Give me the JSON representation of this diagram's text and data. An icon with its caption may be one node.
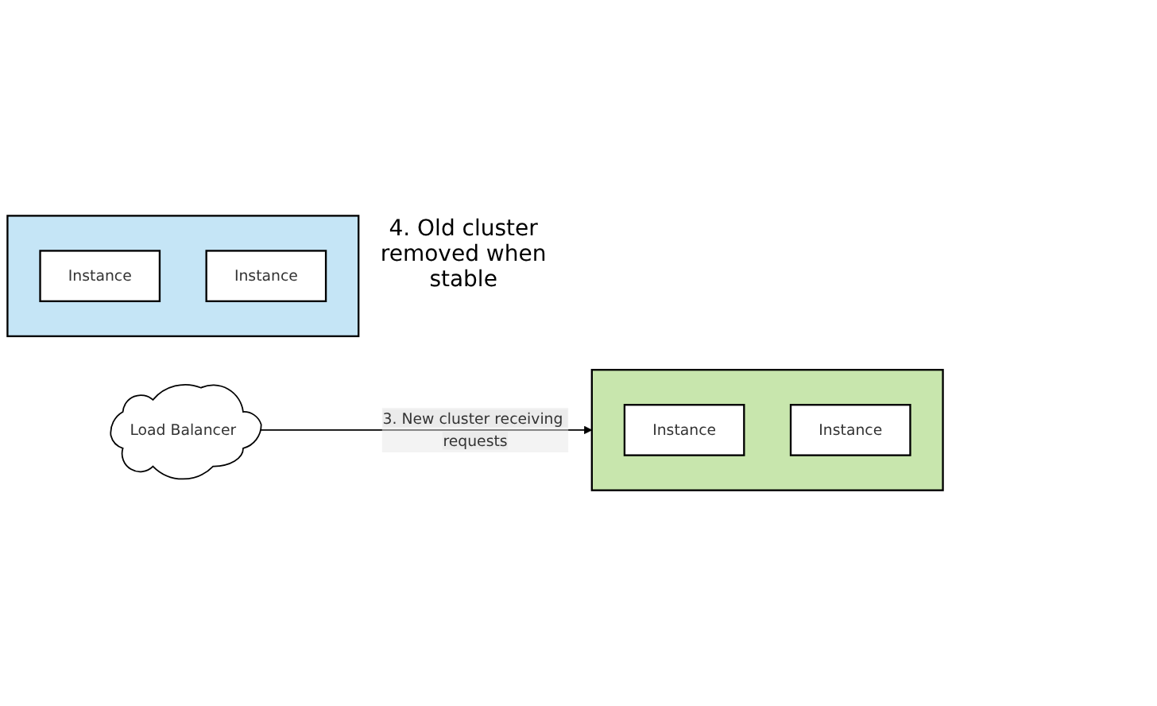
{
  "diagram": {
    "nodes": [
      {
        "text": [
          "Load Balancer"
        ]
      },
      {
        "text": [],
        "shape": "box",
        "beside": [
          "4. Old cluster removed when stable"
        ]
      },
      {
        "text": [
          "Instance"
        ],
        "in": 1
      },
      {
        "text": [
          "Instance"
        ],
        "in": 1
      },
      {
        "text": [],
        "shape": "box"
      },
      {
        "text": [
          "Instance"
        ],
        "in": 4
      },
      {
        "text": [
          "Instance"
        ],
        "in": 4
      }
    ],
    "edges": [
      {
        "from": 0,
        "to": 4,
        "arrow": "to",
        "label": "3. New cluster receiving requests"
      }
    ]
  }
}
